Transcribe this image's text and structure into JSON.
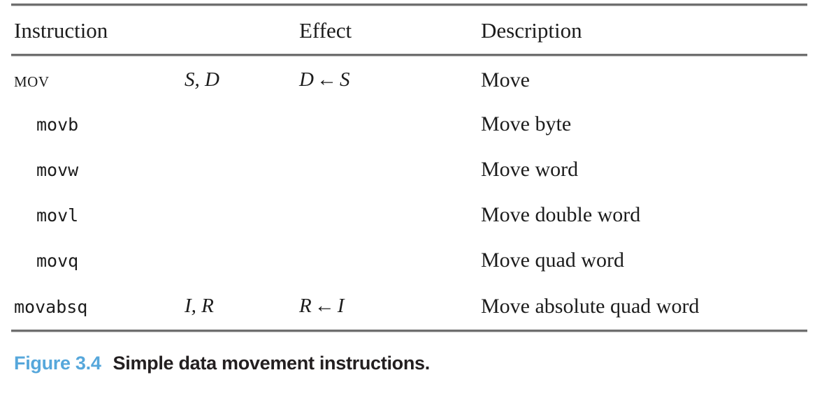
{
  "figure": {
    "caption_label": "Figure 3.4",
    "caption_title": "Simple data movement instructions.",
    "label_color": "#56a7db",
    "title_color": "#231f20",
    "rule_color": "#6f6f6f"
  },
  "table": {
    "columns": [
      {
        "key": "instruction",
        "header": "Instruction"
      },
      {
        "key": "operands",
        "header": ""
      },
      {
        "key": "effect",
        "header": "Effect"
      },
      {
        "key": "description",
        "header": "Description"
      }
    ],
    "rows": [
      {
        "instruction": "MOV",
        "instruction_style": "small-caps",
        "indent": false,
        "operands": "S, D",
        "effect_dest": "D",
        "effect_arrow": "←",
        "effect_src": "S",
        "description": "Move"
      },
      {
        "instruction": "movb",
        "instruction_style": "mono",
        "indent": true,
        "operands": "",
        "effect_dest": "",
        "effect_arrow": "",
        "effect_src": "",
        "description": "Move byte"
      },
      {
        "instruction": "movw",
        "instruction_style": "mono",
        "indent": true,
        "operands": "",
        "effect_dest": "",
        "effect_arrow": "",
        "effect_src": "",
        "description": "Move word"
      },
      {
        "instruction": "movl",
        "instruction_style": "mono",
        "indent": true,
        "operands": "",
        "effect_dest": "",
        "effect_arrow": "",
        "effect_src": "",
        "description": "Move double word"
      },
      {
        "instruction": "movq",
        "instruction_style": "mono",
        "indent": true,
        "operands": "",
        "effect_dest": "",
        "effect_arrow": "",
        "effect_src": "",
        "description": "Move quad word"
      },
      {
        "instruction": "movabsq",
        "instruction_style": "mono",
        "indent": false,
        "operands": "I, R",
        "effect_dest": "R",
        "effect_arrow": "←",
        "effect_src": "I",
        "description": "Move absolute quad word"
      }
    ]
  }
}
